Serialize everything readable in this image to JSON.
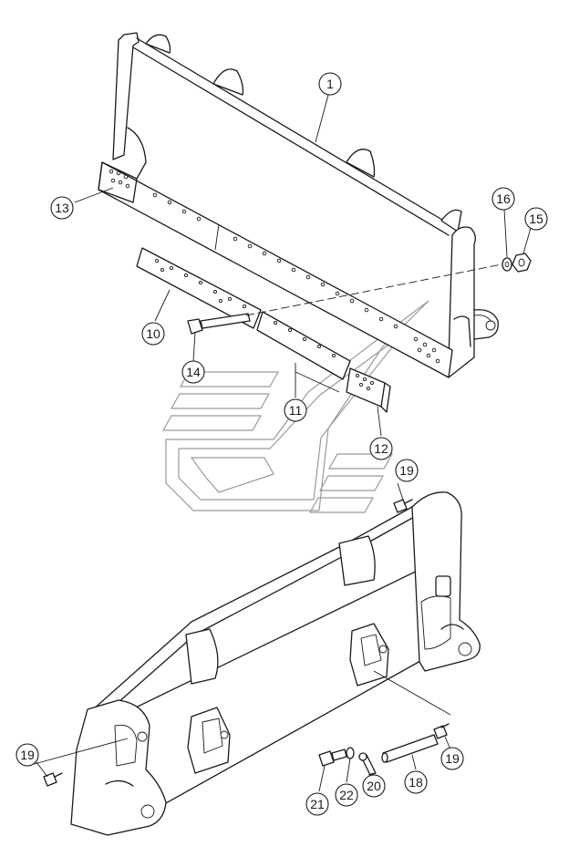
{
  "callouts": [
    {
      "id": "c1",
      "label": "1"
    },
    {
      "id": "c13",
      "label": "13"
    },
    {
      "id": "c16",
      "label": "16"
    },
    {
      "id": "c15",
      "label": "15"
    },
    {
      "id": "c10",
      "label": "10"
    },
    {
      "id": "c14",
      "label": "14"
    },
    {
      "id": "c11",
      "label": "11"
    },
    {
      "id": "c12",
      "label": "12"
    },
    {
      "id": "c19a",
      "label": "19"
    },
    {
      "id": "c19b",
      "label": "19"
    },
    {
      "id": "c19c",
      "label": "19"
    },
    {
      "id": "c18",
      "label": "18"
    },
    {
      "id": "c20",
      "label": "20"
    },
    {
      "id": "c22",
      "label": "22"
    },
    {
      "id": "c21",
      "label": "21"
    }
  ]
}
